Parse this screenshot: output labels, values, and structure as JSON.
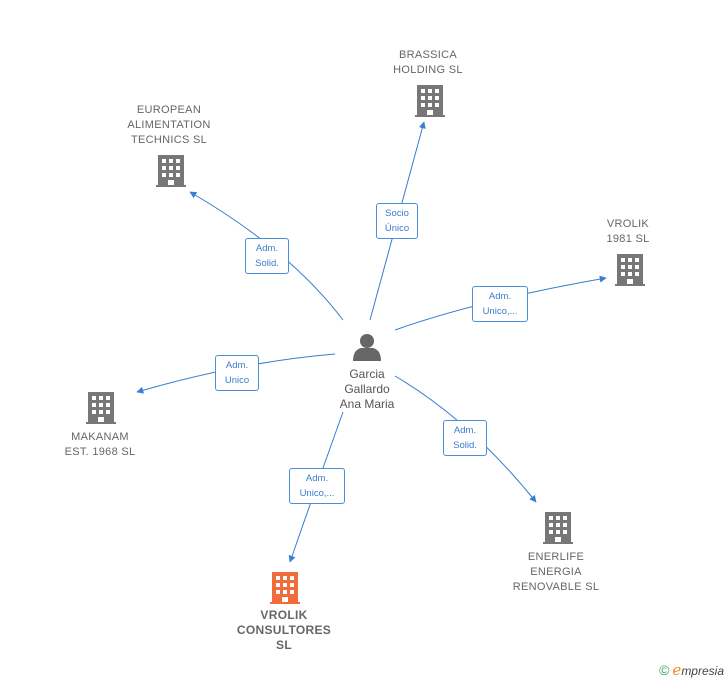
{
  "center": {
    "name": "Garcia\nGallardo\nAna Maria"
  },
  "nodes": [
    {
      "id": "brassica",
      "label": "BRASSICA\nHOLDING SL",
      "color": "#777777"
    },
    {
      "id": "european",
      "label": "EUROPEAN\nALIMENTATION\nTECHNICS SL",
      "color": "#777777"
    },
    {
      "id": "vrolik1981",
      "label": "VROLIK\n1981  SL",
      "color": "#777777"
    },
    {
      "id": "makanam",
      "label": "MAKANAM\nEST.  1968  SL",
      "color": "#777777"
    },
    {
      "id": "enerlife",
      "label": "ENERLIFE\nENERGIA\nRENOVABLE SL",
      "color": "#777777"
    },
    {
      "id": "vrolikconsultores",
      "label": "VROLIK\nCONSULTORES\nSL",
      "color": "#f26b3a"
    }
  ],
  "edges": [
    {
      "to": "brassica",
      "label": "Socio\nÚnico"
    },
    {
      "to": "european",
      "label": "Adm.\nSolid."
    },
    {
      "to": "vrolik1981",
      "label": "Adm.\nUnico,..."
    },
    {
      "to": "makanam",
      "label": "Adm.\nUnico"
    },
    {
      "to": "enerlife",
      "label": "Adm.\nSolid."
    },
    {
      "to": "vrolikconsultores",
      "label": "Adm.\nUnico,..."
    }
  ],
  "branding": {
    "copyright": "©",
    "brand_first": "e",
    "brand_rest": "mpresia"
  },
  "colors": {
    "edge": "#3a7ccf",
    "building": "#777777",
    "highlight": "#f26b3a",
    "person": "#666666"
  }
}
